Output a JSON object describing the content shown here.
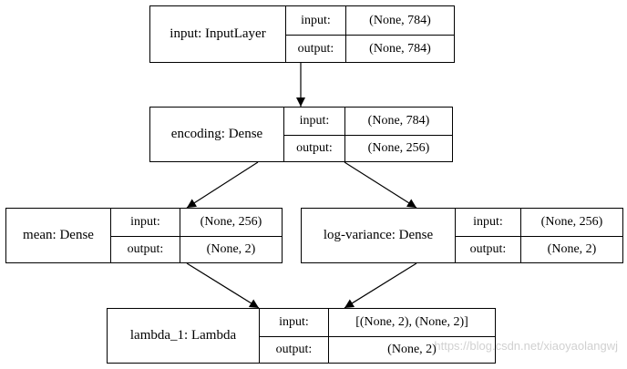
{
  "nodes": {
    "input": {
      "name": "input: InputLayer",
      "in_label": "input:",
      "in_value": "(None, 784)",
      "out_label": "output:",
      "out_value": "(None, 784)"
    },
    "encoding": {
      "name": "encoding: Dense",
      "in_label": "input:",
      "in_value": "(None, 784)",
      "out_label": "output:",
      "out_value": "(None, 256)"
    },
    "mean": {
      "name": "mean: Dense",
      "in_label": "input:",
      "in_value": "(None, 256)",
      "out_label": "output:",
      "out_value": "(None, 2)"
    },
    "logvar": {
      "name": "log-variance: Dense",
      "in_label": "input:",
      "in_value": "(None, 256)",
      "out_label": "output:",
      "out_value": "(None, 2)"
    },
    "lambda": {
      "name": "lambda_1: Lambda",
      "in_label": "input:",
      "in_value": "[(None, 2), (None, 2)]",
      "out_label": "output:",
      "out_value": "(None, 2)"
    }
  },
  "edges": [
    {
      "from": "input",
      "to": "encoding"
    },
    {
      "from": "encoding",
      "to": "mean"
    },
    {
      "from": "encoding",
      "to": "logvar"
    },
    {
      "from": "mean",
      "to": "lambda"
    },
    {
      "from": "logvar",
      "to": "lambda"
    }
  ],
  "watermark": "https://blog.csdn.net/xiaoyaolangwj"
}
